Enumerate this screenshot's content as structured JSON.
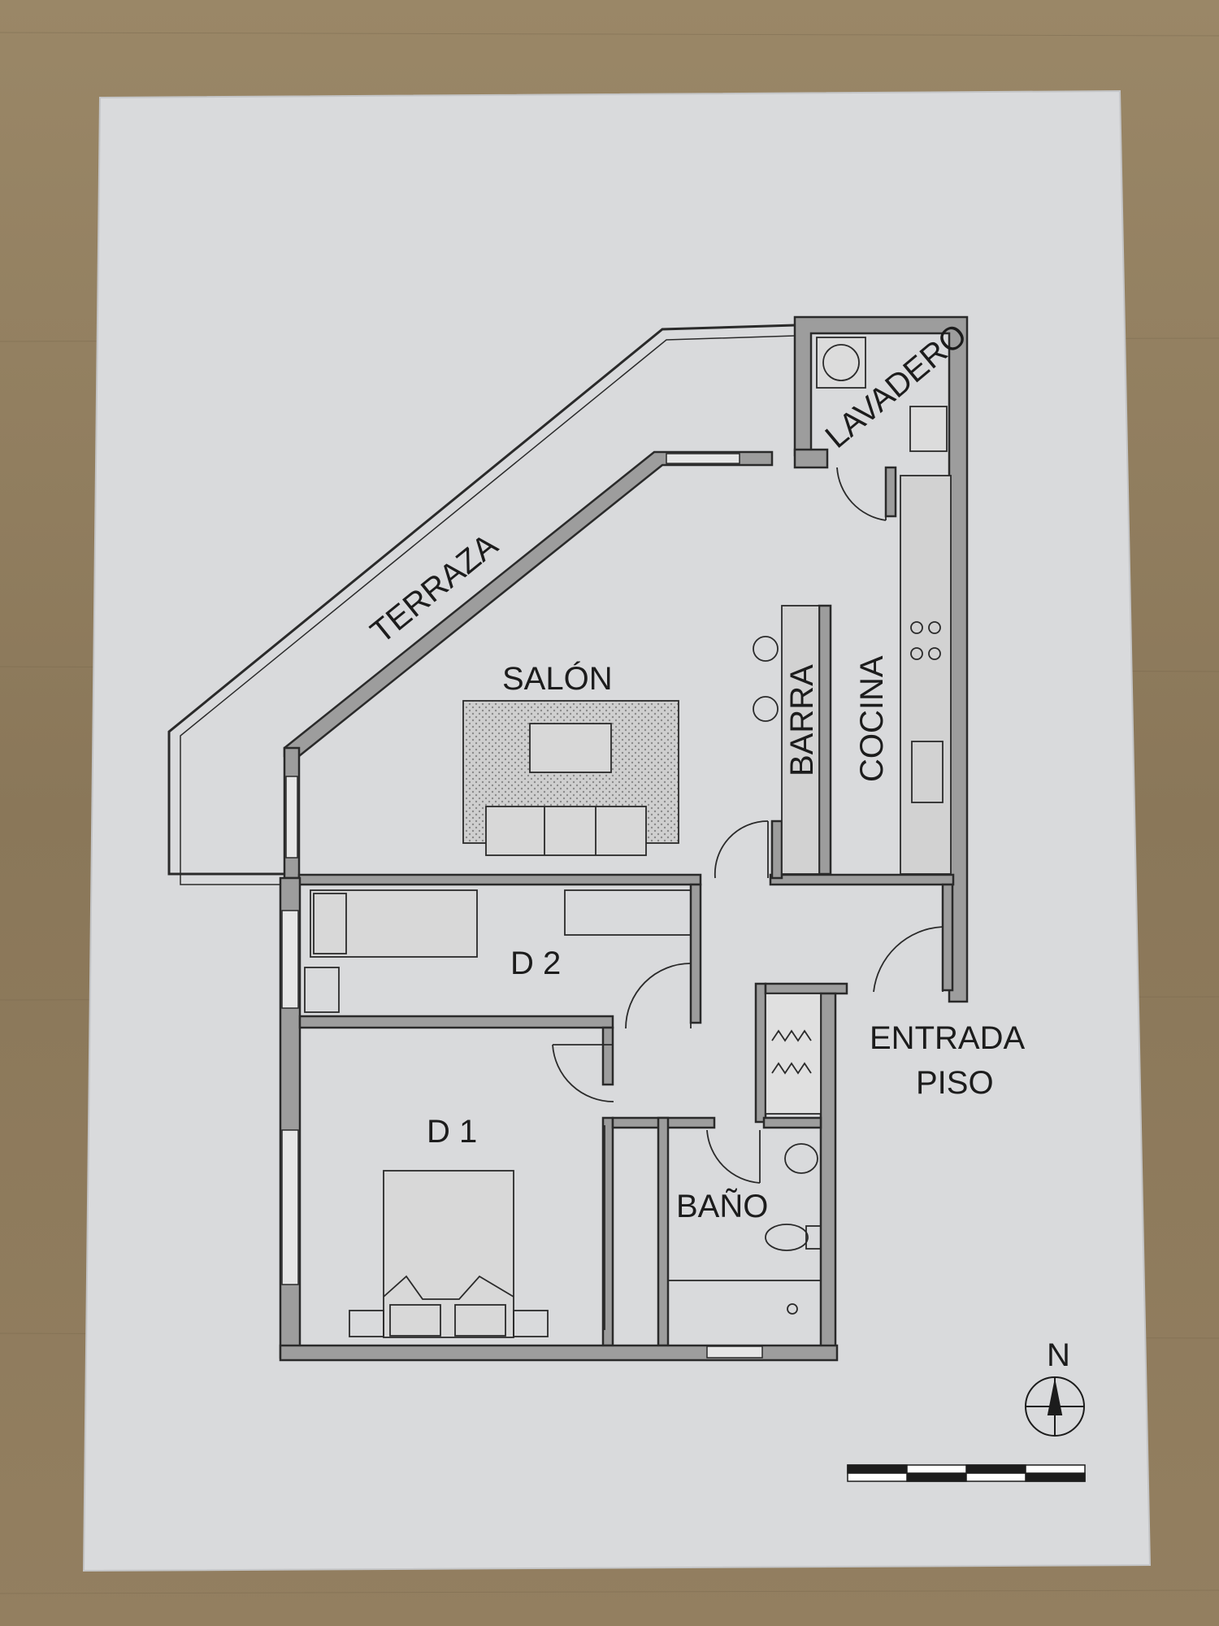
{
  "plan": {
    "rooms": {
      "terraza": "TERRAZA",
      "salon": "SALÓN",
      "lavadero": "LAVADERO",
      "barra": "BARRA",
      "cocina": "COCINA",
      "d2": "D 2",
      "d1": "D 1",
      "bano": "BAÑO",
      "entrada_line1": "ENTRADA",
      "entrada_line2": "PISO"
    },
    "compass": {
      "label": "N"
    }
  },
  "colors": {
    "table_background": "#8d7a5e",
    "paper": "#d9dadc",
    "wall_fill": "#9d9d9d",
    "wall_outline": "#2a2a2a",
    "ink": "#1c1c1c"
  }
}
